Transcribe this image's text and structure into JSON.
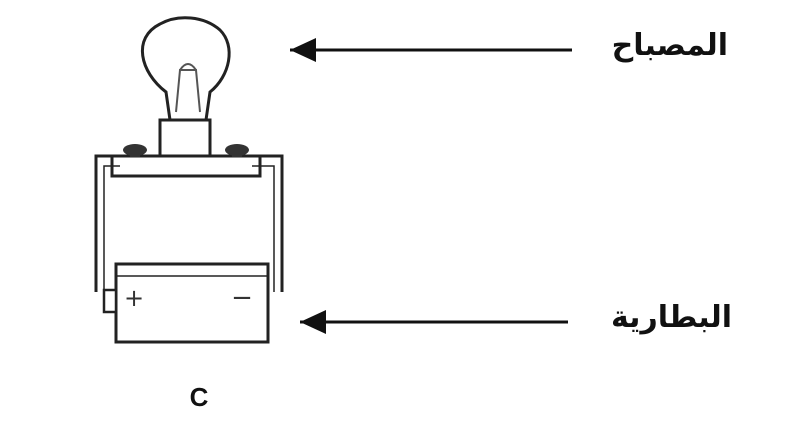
{
  "labels": {
    "lamp": "المصباح",
    "battery": "البطارية",
    "caption": "C"
  },
  "battery_terminals": {
    "positive": "+",
    "negative": "−"
  },
  "colors": {
    "stroke": "#222222",
    "background": "#ffffff"
  }
}
